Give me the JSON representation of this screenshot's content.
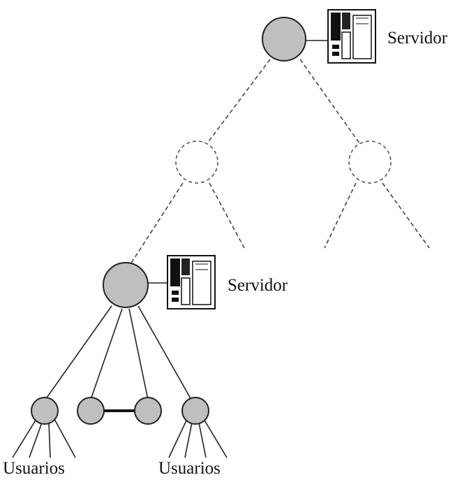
{
  "labels": {
    "server_top": "Servidor",
    "server_mid": "Servidor",
    "users_left": "Usuarios",
    "users_right": "Usuarios"
  },
  "colors": {
    "active_node_fill": "#bfbfbf",
    "inactive_node_fill": "#ffffff",
    "line": "#222222"
  },
  "icons": {
    "server": "server-tower-icon"
  }
}
